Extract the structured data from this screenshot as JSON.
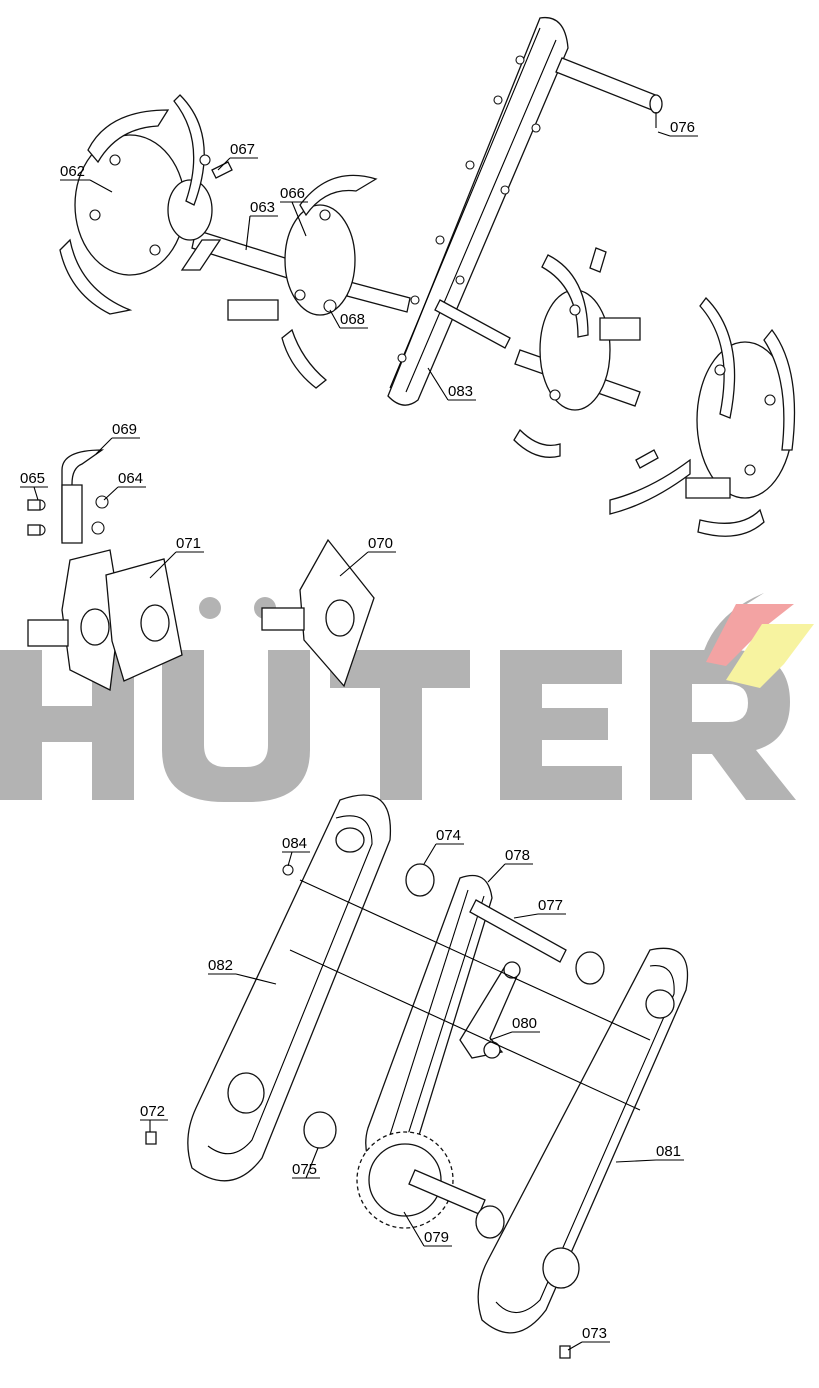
{
  "watermark": {
    "brand_text": "HUTER",
    "colors": {
      "letters": "#b3b3b3",
      "accent_red": "#f3a3a3",
      "accent_yellow": "#f7f3a0"
    }
  },
  "callouts": {
    "p062": "062",
    "p063": "063",
    "p064": "064",
    "p065": "065",
    "p066": "066",
    "p067": "067",
    "p068": "068",
    "p069": "069",
    "p070": "070",
    "p071": "071",
    "p072": "072",
    "p073": "073",
    "p074": "074",
    "p075": "075",
    "p076": "076",
    "p077": "077",
    "p078": "078",
    "p079": "079",
    "p080": "080",
    "p081": "081",
    "p082": "082",
    "p083": "083",
    "p084": "084"
  }
}
